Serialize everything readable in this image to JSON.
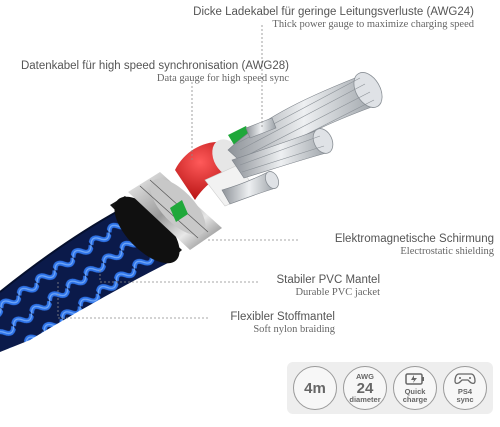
{
  "labels": {
    "power": {
      "de": "Dicke Ladekabel für geringe Leitungsverluste (AWG24)",
      "en": "Thick power gauge to maximize charging speed"
    },
    "data": {
      "de": "Datenkabel für high speed synchronisation (AWG28)",
      "en": "Data gauge for high speed sync"
    },
    "shield": {
      "de": "Elektromagnetische Schirmung",
      "en": "Electrostatic shielding"
    },
    "pvc": {
      "de": "Stabiler PVC Mantel",
      "en": "Durable PVC jacket"
    },
    "nylon": {
      "de": "Flexibler Stoffmantel",
      "en": "Soft nylon braiding"
    }
  },
  "badges": {
    "length": {
      "big": "4m"
    },
    "awg": {
      "top": "AWG",
      "big": "24",
      "bottom": "diameter"
    },
    "quick": {
      "icon": "battery-icon",
      "line1": "Quick",
      "line2": "charge"
    },
    "ps4": {
      "top": "PS4",
      "bottom": "sync"
    }
  },
  "colors": {
    "braid_blue": "#1d5fd6",
    "braid_dark": "#0a1030",
    "wire_red": "#d81e1e",
    "wire_green": "#1fa83a",
    "wire_white": "#f2f2f2",
    "copper_silver": "#c9cdd2",
    "jacket_black": "#151515"
  }
}
